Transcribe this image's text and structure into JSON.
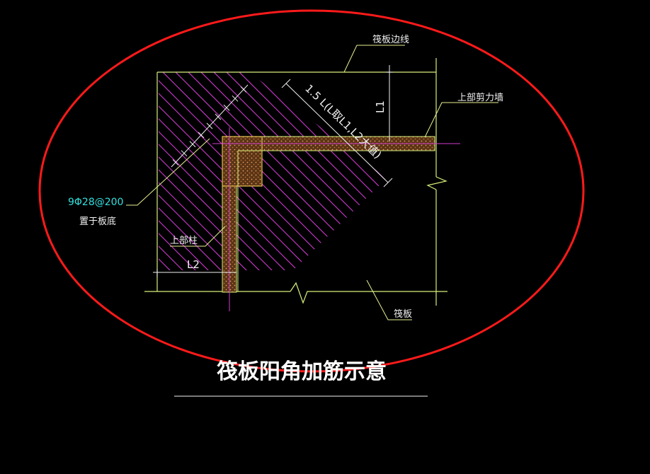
{
  "drawing": {
    "title": "筏板阳角加筋示意",
    "labels": {
      "raft_edge": "筏板边线",
      "upper_shear_wall": "上部剪力墙",
      "rebar_spec": "9Φ28@200",
      "rebar_position": "置于板底",
      "upper_column": "上部柱",
      "raft": "筏板",
      "dim_diagonal": "1.5 L(L取L1,L2大值)",
      "dim_l1": "L1",
      "dim_l2": "L2"
    }
  },
  "colors": {
    "background": "#000000",
    "outline": "#d7f07a",
    "hatch": "#d23bd2",
    "leader": "#e8f090",
    "dimension": "#f2f2f2",
    "highlight_ellipse": "#ff1a1a",
    "cyan_text": "#33e0e0",
    "title_text": "#ffffff",
    "wall_fill": "#c47e3e"
  }
}
